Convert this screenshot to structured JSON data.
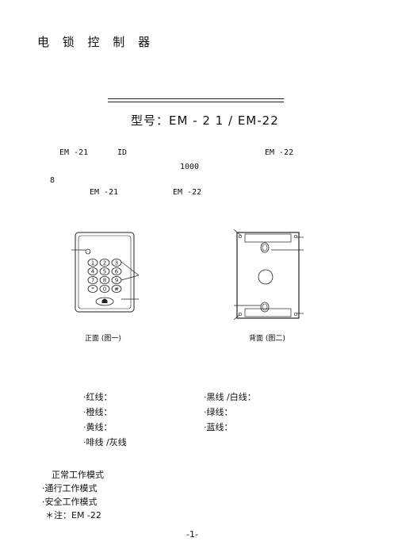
{
  "doc": {
    "title": "电 锁 控 制 器",
    "model": "型号：EM - 2 1 / EM-22",
    "intro": {
      "line1_a": "EM -21",
      "line1_b": "ID",
      "line1_c": "EM -22",
      "line2": "1000",
      "line3": "8",
      "line4_a": "EM -21",
      "line4_b": "EM -22"
    },
    "figure": {
      "front_caption": "正面 (图一)",
      "back_caption": "背面 (图二)",
      "keys": [
        "1",
        "2",
        "3",
        "4",
        "5",
        "6",
        "7",
        "8",
        "9",
        "*",
        "0",
        "#"
      ]
    },
    "wires": {
      "left": [
        "·红线：",
        "·橙线：",
        "·黄线：",
        "·啡线 /灰线"
      ],
      "right": [
        "·黑线 /白线：",
        "·绿线：",
        "·蓝线："
      ]
    },
    "modes": {
      "items": [
        "正常工作模式",
        "·通行工作模式",
        "·安全工作模式"
      ],
      "note": "＊注：EM -22"
    },
    "page_number": "-1-"
  }
}
